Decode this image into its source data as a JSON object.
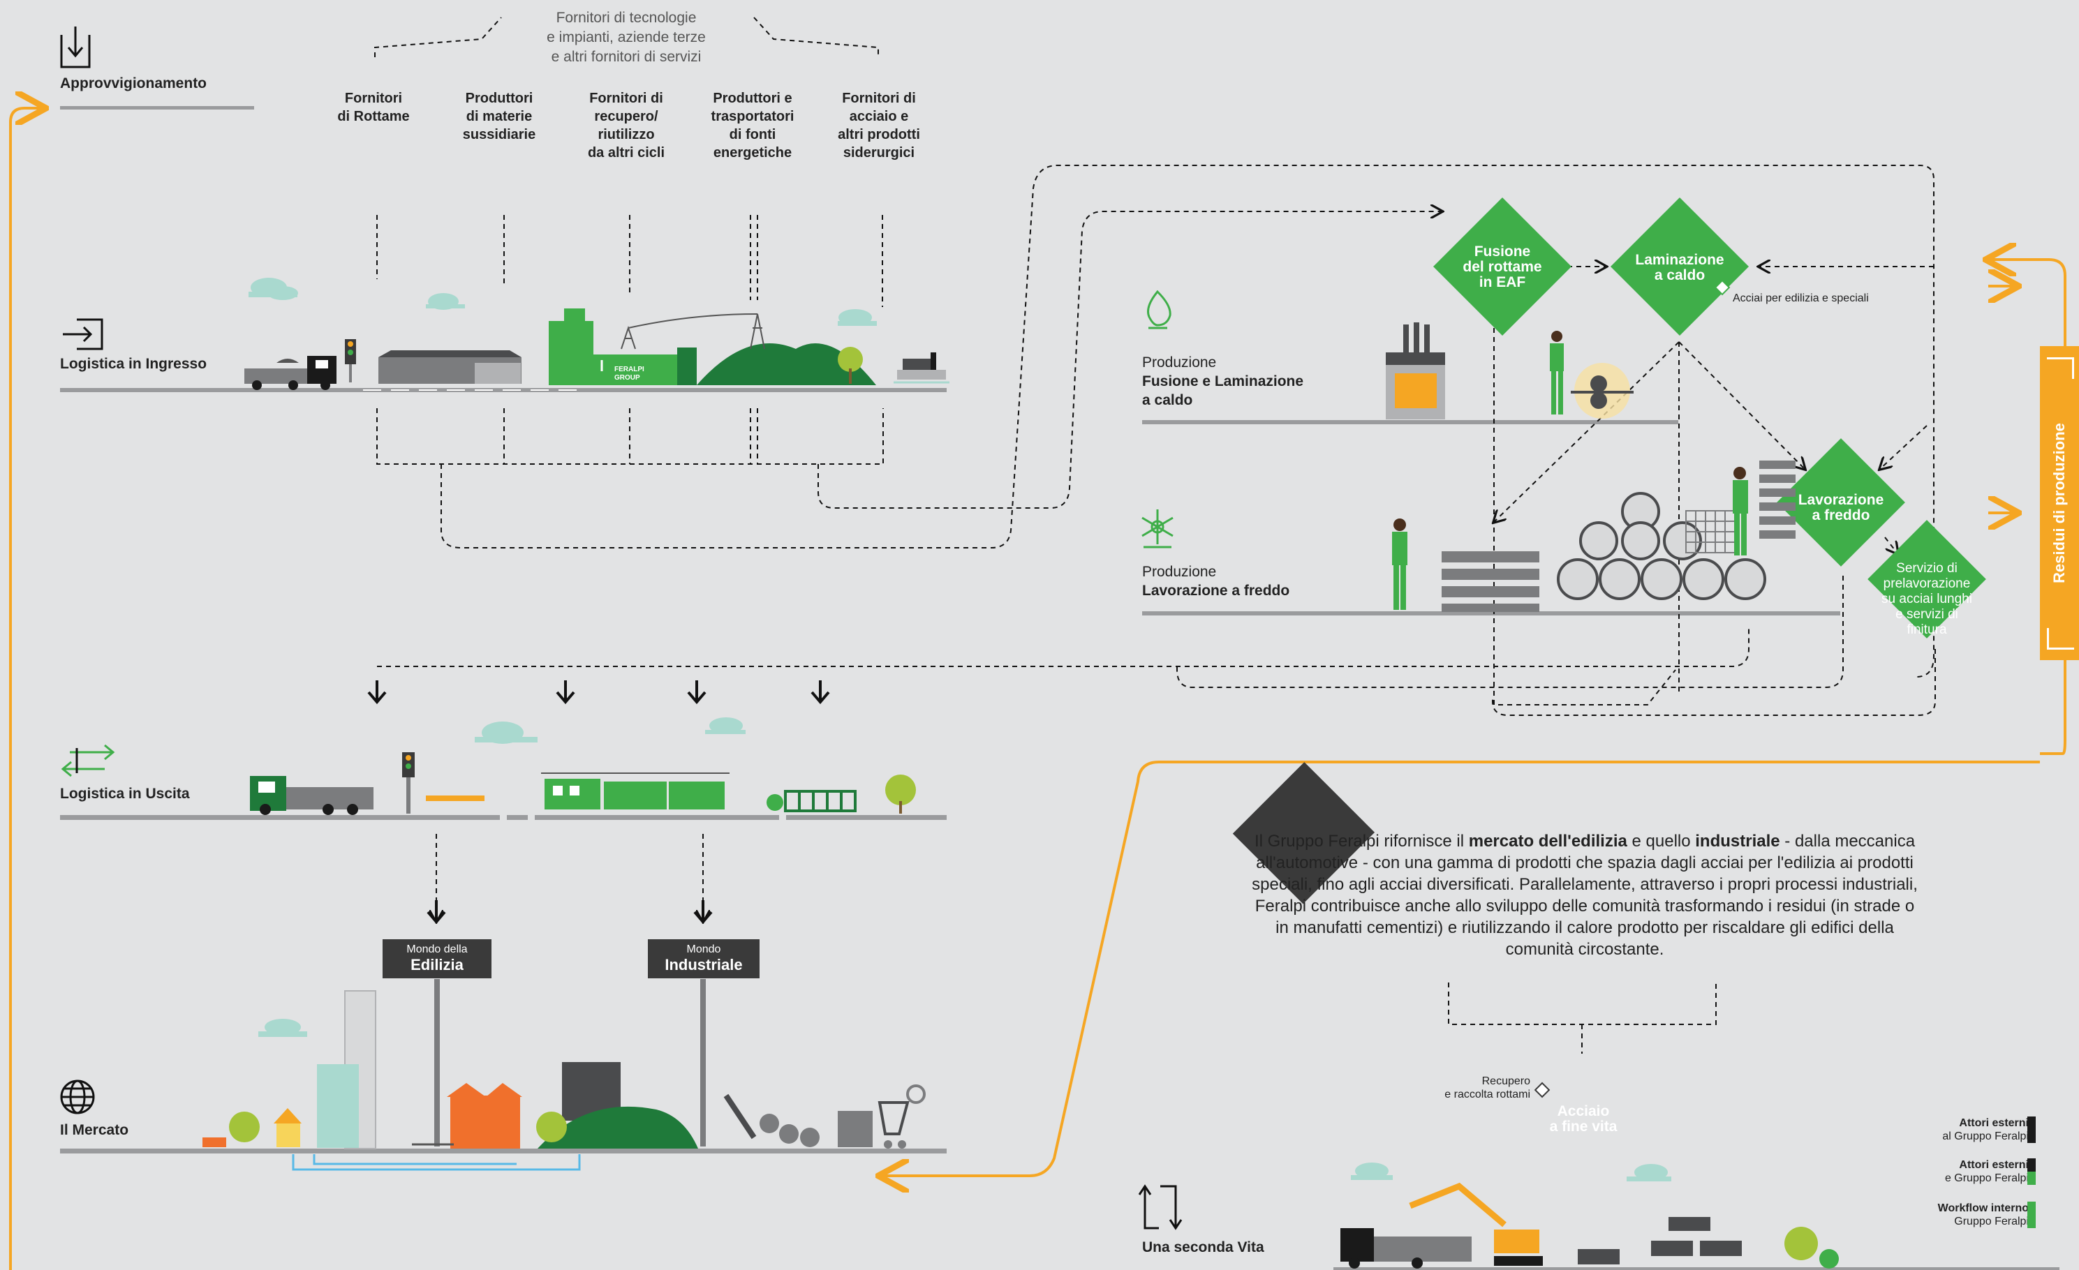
{
  "colors": {
    "green": "#3fae49",
    "dark_green": "#1f7a3a",
    "orange": "#f5a623",
    "dark": "#3a3a3a",
    "road": "#9a9b9d",
    "background": "#e2e3e4"
  },
  "top_note": "Fornitori di tecnologie\ne impianti, aziende terze\ne altri fornitori di servizi",
  "sections": {
    "approvvigionamento": "Approvvigionamento",
    "logistica_ingresso": "Logistica in Ingresso",
    "produzione_fusione_l1": "Produzione",
    "produzione_fusione_l2": "Fusione e Laminazione\na caldo",
    "produzione_freddo_l1": "Produzione",
    "produzione_freddo_l2": "Lavorazione a freddo",
    "logistica_uscita": "Logistica in Uscita",
    "mercato": "Il Mercato",
    "seconda_vita": "Una seconda Vita"
  },
  "suppliers": [
    "Fornitori\ndi Rottame",
    "Produttori\ndi materie\nsussidiarie",
    "Fornitori di\nrecupero/\nriutilizzo\nda altri cicli",
    "Produttori e\ntrasportatori\ndi fonti\nenergetiche",
    "Fornitori di\nacciaio e\naltri prodotti\nsiderurgici"
  ],
  "process": {
    "fusione": "Fusione\ndel rottame\nin EAF",
    "laminazione": "Laminazione\na caldo",
    "lavorazione_freddo": "Lavorazione\na freddo",
    "servizio": "Servizio di\nprelavorazione\nsu acciai lunghi\ne servizi di\nfinitura",
    "acciai_note": "Acciai per edilizia e speciali",
    "fine_vita": "Acciaio\na fine vita",
    "recupero_note": "Recupero\ne raccolta rottami"
  },
  "market_signs": {
    "edilizia_small": "Mondo della",
    "edilizia_big": "Edilizia",
    "industriale_small": "Mondo",
    "industriale_big": "Industriale"
  },
  "brand": {
    "logo_text": "FERALPI GROUP"
  },
  "side_tab": "Residui di produzione",
  "paragraph_html": "Il Gruppo Feralpi rifornisce il <b>mercato dell'edilizia</b> e quello <b>industriale</b> - dalla meccanica all'automotive - con una gamma di prodotti che spazia dagli acciai per l'edilizia ai prodotti speciali, fino agli acciai diversificati. Parallelamente, attraverso i propri processi industriali, Feralpi contribuisce anche allo sviluppo delle comunità trasformando i residui (in strade o in manufatti cementizi) e riutilizzando il calore prodotto per riscaldare gli edifici della comunità circostante.",
  "legend": [
    {
      "bold": "Attori esterni",
      "normal": "al Gruppo Feralpi",
      "color": "#1a1a1a",
      "color2": "#1a1a1a"
    },
    {
      "bold": "Attori esterni",
      "normal": "e Gruppo Feralpi",
      "color": "#1a1a1a",
      "color2": "#3fae49"
    },
    {
      "bold": "Workflow interno",
      "normal": "Gruppo Feralpi",
      "color": "#3fae49",
      "color2": "#3fae49"
    }
  ]
}
